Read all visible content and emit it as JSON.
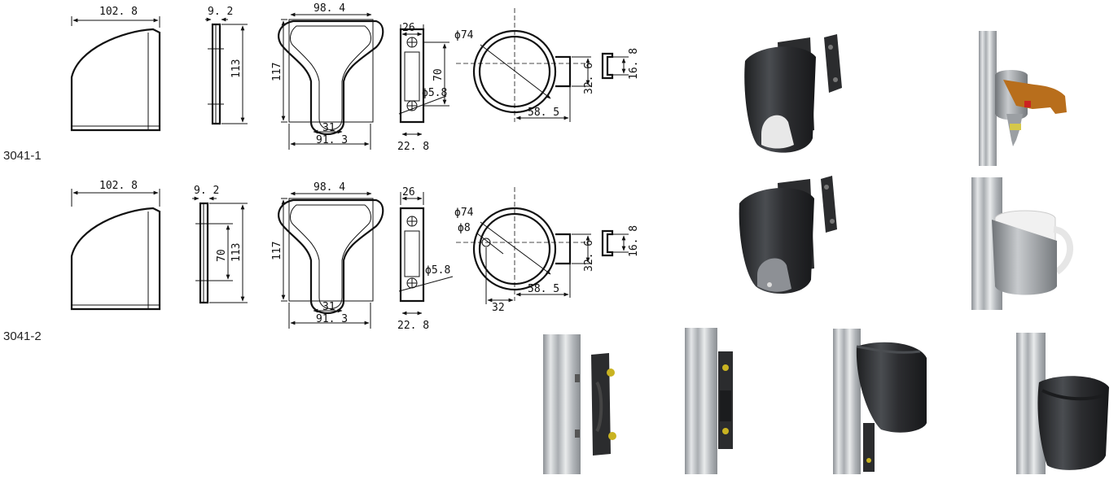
{
  "rows": [
    {
      "label": "3041-1",
      "dims": {
        "side_width": "102. 8",
        "plate_thickness": "9. 2",
        "plate_height": "113",
        "front_height": "117",
        "front_top_width": "98. 4",
        "front_bottom_width": "91. 3",
        "slot_width": "31",
        "bracket_top": "26",
        "bracket_bottom": "22. 8",
        "hole_spacing": "70",
        "hole_diameter": "ϕ5.8",
        "ring_diameter": "ϕ74",
        "ring_offset": "58. 5",
        "tab_height": "32. 6",
        "clip_height": "16. 8"
      }
    },
    {
      "label": "3041-2",
      "dims": {
        "side_width": "102. 8",
        "plate_thickness": "9. 2",
        "plate_inner": "70",
        "plate_height": "113",
        "front_height": "117",
        "front_top_width": "98. 4",
        "front_bottom_width": "91. 3",
        "slot_width": "31",
        "bracket_top": "26",
        "bracket_bottom": "22. 8",
        "hole_diameter": "ϕ5.8",
        "ring_diameter": "ϕ74",
        "drain_diameter": "ϕ8",
        "ring_offset": "58. 5",
        "drain_offset": "32",
        "tab_height": "32. 6",
        "clip_height": "16. 8"
      }
    }
  ],
  "colors": {
    "line": "#111111",
    "holder_dark": "#2b2c2e",
    "holder_mid": "#55585c",
    "rail_light": "#d4d6d8",
    "rail_mid": "#a4a8ac",
    "screw_yellow": "#c9b321",
    "mug_white": "#f1f1f1",
    "handle_orange": "#b86e1c",
    "tool_grey": "#8f9396"
  },
  "renders": [
    "cup-holder-with-bracket",
    "rail-mounted-tool-holder",
    "cup-holder-with-drain",
    "rail-mounted-mug-holder",
    "bracket-on-rail",
    "bracket-mounted-front",
    "cup-on-rail-side",
    "cup-on-rail-angle"
  ]
}
